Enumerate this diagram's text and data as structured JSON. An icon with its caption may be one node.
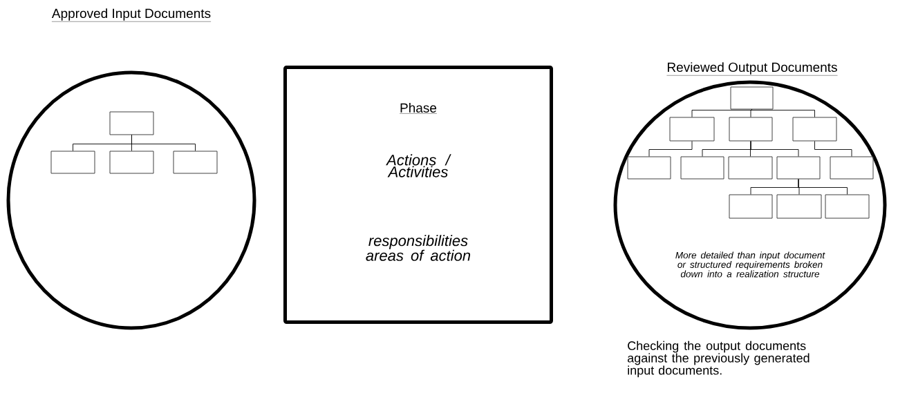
{
  "diagram": {
    "nodes": [
      {
        "text": [
          "Approved Input Documents"
        ]
      },
      {
        "text": [],
        "shape": "box",
        "in": 0
      },
      {
        "text": [],
        "shape": "box",
        "in": 0
      },
      {
        "text": [],
        "shape": "box",
        "in": 0
      },
      {
        "text": [],
        "shape": "box",
        "in": 0
      },
      {
        "text": [
          "Phase",
          "Actions / Activities",
          "responsibilities areas of action"
        ]
      },
      {
        "text": [
          "Reviewed Output Documents",
          "More detailed than input document or structured requirements broken down into a realization structure"
        ],
        "beside": [
          "Checking the output documents against the previously generated input documents."
        ]
      },
      {
        "text": [],
        "shape": "box",
        "in": 6
      },
      {
        "text": [],
        "shape": "box",
        "in": 6
      },
      {
        "text": [],
        "shape": "box",
        "in": 6
      },
      {
        "text": [],
        "shape": "box",
        "in": 6
      },
      {
        "text": [],
        "shape": "box",
        "in": 6
      },
      {
        "text": [],
        "shape": "box",
        "in": 6
      },
      {
        "text": [],
        "shape": "box",
        "in": 6
      },
      {
        "text": [],
        "shape": "box",
        "in": 6
      },
      {
        "text": [],
        "shape": "box",
        "in": 6
      },
      {
        "text": [],
        "shape": "box",
        "in": 6
      },
      {
        "text": [],
        "shape": "box",
        "in": 6
      },
      {
        "text": [],
        "shape": "box",
        "in": 6
      }
    ],
    "edges": [
      {
        "from": 1,
        "to": 2,
        "arrow": "none"
      },
      {
        "from": 1,
        "to": 3,
        "arrow": "none"
      },
      {
        "from": 1,
        "to": 4,
        "arrow": "none"
      },
      {
        "from": 7,
        "to": 8,
        "arrow": "none"
      },
      {
        "from": 7,
        "to": 9,
        "arrow": "none"
      },
      {
        "from": 7,
        "to": 10,
        "arrow": "none"
      },
      {
        "from": 8,
        "to": 11,
        "arrow": "none"
      },
      {
        "from": 9,
        "to": 12,
        "arrow": "none"
      },
      {
        "from": 9,
        "to": 13,
        "arrow": "none"
      },
      {
        "from": 9,
        "to": 14,
        "arrow": "none"
      },
      {
        "from": 10,
        "to": 15,
        "arrow": "none"
      },
      {
        "from": 14,
        "to": 16,
        "arrow": "none"
      },
      {
        "from": 14,
        "to": 17,
        "arrow": "none"
      },
      {
        "from": 14,
        "to": 18,
        "arrow": "none"
      }
    ]
  }
}
